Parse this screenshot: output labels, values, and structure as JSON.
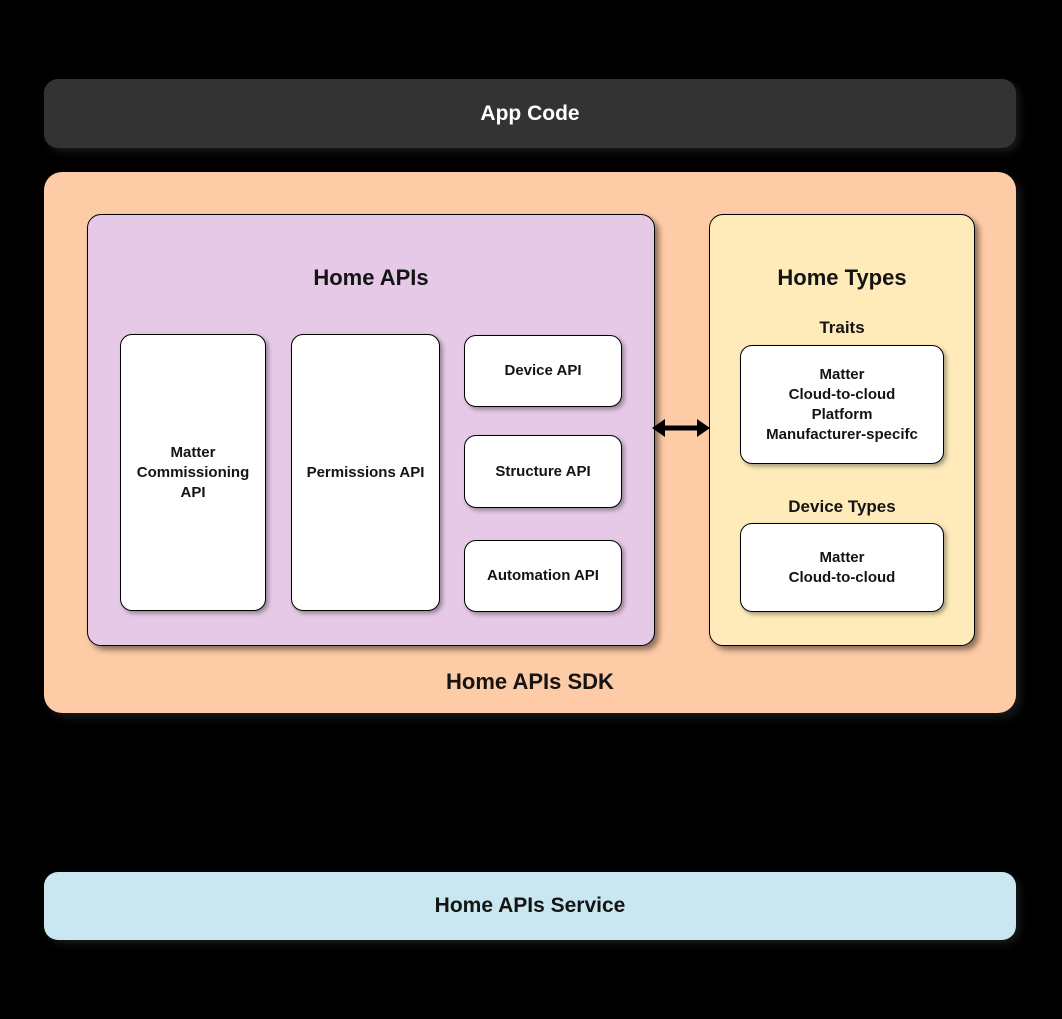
{
  "colors": {
    "canvas_bg": "#000000",
    "app_code_bg": "#333333",
    "app_code_text": "#ffffff",
    "sdk_bg": "#fdcba5",
    "home_apis_bg": "#e5c9e6",
    "home_types_bg": "#feebb9",
    "service_bg": "#c9e7f0",
    "card_bg": "#ffffff",
    "outline": "#000000",
    "text": "#141414"
  },
  "app_code": {
    "label": "App Code"
  },
  "sdk": {
    "label": "Home APIs SDK",
    "link_icon": "left-right-arrow",
    "home_apis": {
      "title": "Home APIs",
      "cards": [
        {
          "label": "Matter Commissioning API"
        },
        {
          "label": "Permissions API"
        },
        {
          "label": "Device API"
        },
        {
          "label": "Structure API"
        },
        {
          "label": "Automation API"
        }
      ]
    },
    "home_types": {
      "title": "Home Types",
      "sections": [
        {
          "label": "Traits",
          "items": [
            "Matter",
            "Cloud-to-cloud",
            "Platform",
            "Manufacturer-specifc"
          ]
        },
        {
          "label": "Device Types",
          "items": [
            "Matter",
            "Cloud-to-cloud"
          ]
        }
      ]
    }
  },
  "service": {
    "label": "Home APIs Service"
  }
}
